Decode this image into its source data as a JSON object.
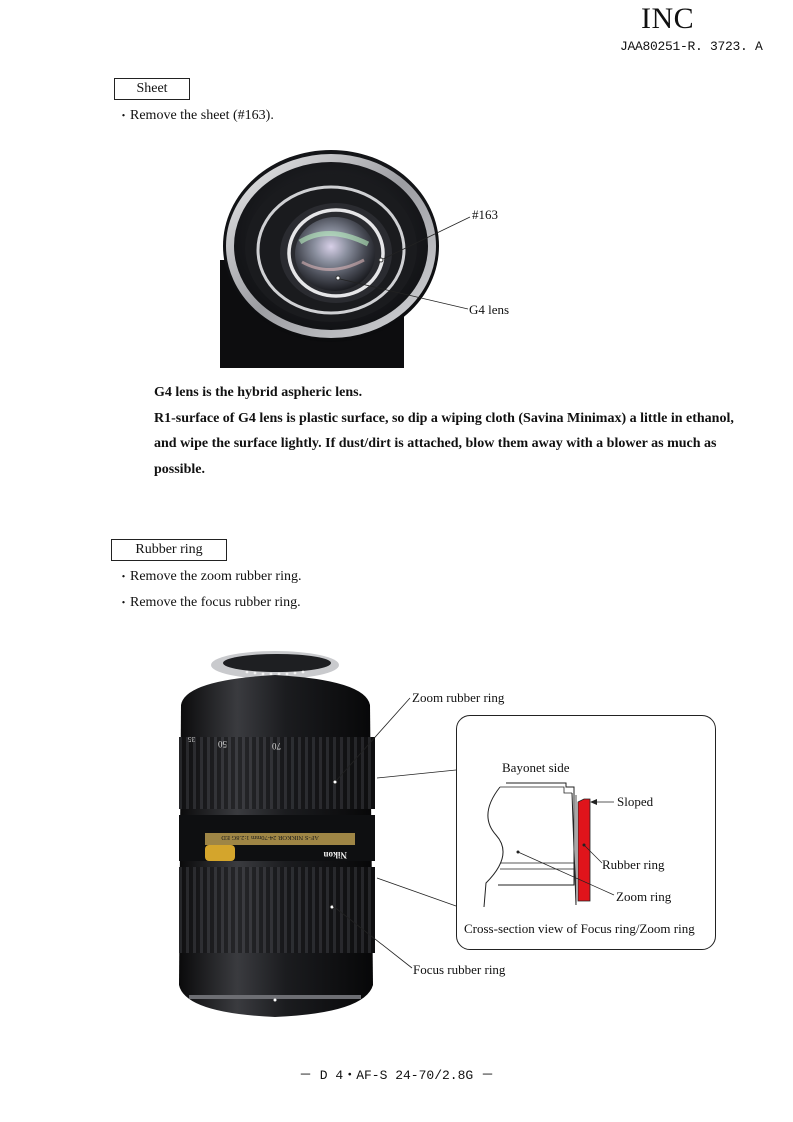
{
  "header": {
    "title": "INC",
    "doc_code": "JAA80251-R. 3723. A"
  },
  "section_sheet": {
    "heading": "Sheet",
    "steps": [
      "Remove the sheet (#163)."
    ],
    "photo_callouts": {
      "sheet": "#163",
      "lens": "G4 lens"
    }
  },
  "note": {
    "lines": [
      "G4 lens is the hybrid aspheric lens.",
      "R1-surface of G4 lens is plastic surface, so dip a wiping cloth (Savina Minimax)  a little in ethanol, and wipe the surface lightly.  If dust/dirt is attached, blow them away with a blower as much as possible."
    ]
  },
  "section_rubber": {
    "heading": "Rubber ring",
    "steps": [
      "Remove the zoom rubber ring.",
      "Remove the focus rubber ring."
    ],
    "photo_callouts": {
      "zoom": "Zoom rubber ring",
      "focus": "Focus rubber ring"
    },
    "lens_markings": {
      "z35": "35",
      "z50": "50",
      "z70": "70",
      "brand": "Nikon",
      "model": "AF-S NIKKOR 24-70mm 1:2.8G ED"
    },
    "detail": {
      "bayonet_side": "Bayonet side",
      "sloped": "Sloped",
      "rubber_ring": "Rubber ring",
      "zoom_ring": "Zoom ring",
      "caption": "Cross-section view of Focus ring/Zoom ring",
      "rubber_color": "#e0141b"
    }
  },
  "footer": {
    "page_label": "－ D 4・AF-S 24-70/2.8G －"
  }
}
